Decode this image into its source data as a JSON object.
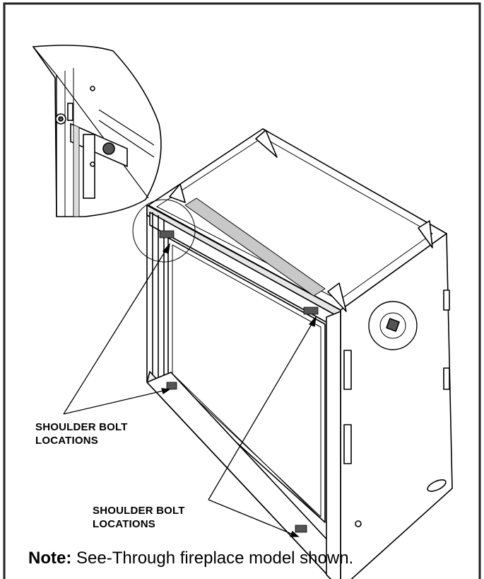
{
  "callouts": [
    {
      "text": "SHOULDER BOLT\nLOCATIONS"
    },
    {
      "text": "SHOULDER BOLT\nLOCATIONS"
    }
  ],
  "note": {
    "prefix": "Note:",
    "text": " See-Through fireplace model shown."
  },
  "colors": {
    "line": "#000000",
    "border": "#222222",
    "shade": "#7a7a7a",
    "light": "#d9d9d9"
  }
}
